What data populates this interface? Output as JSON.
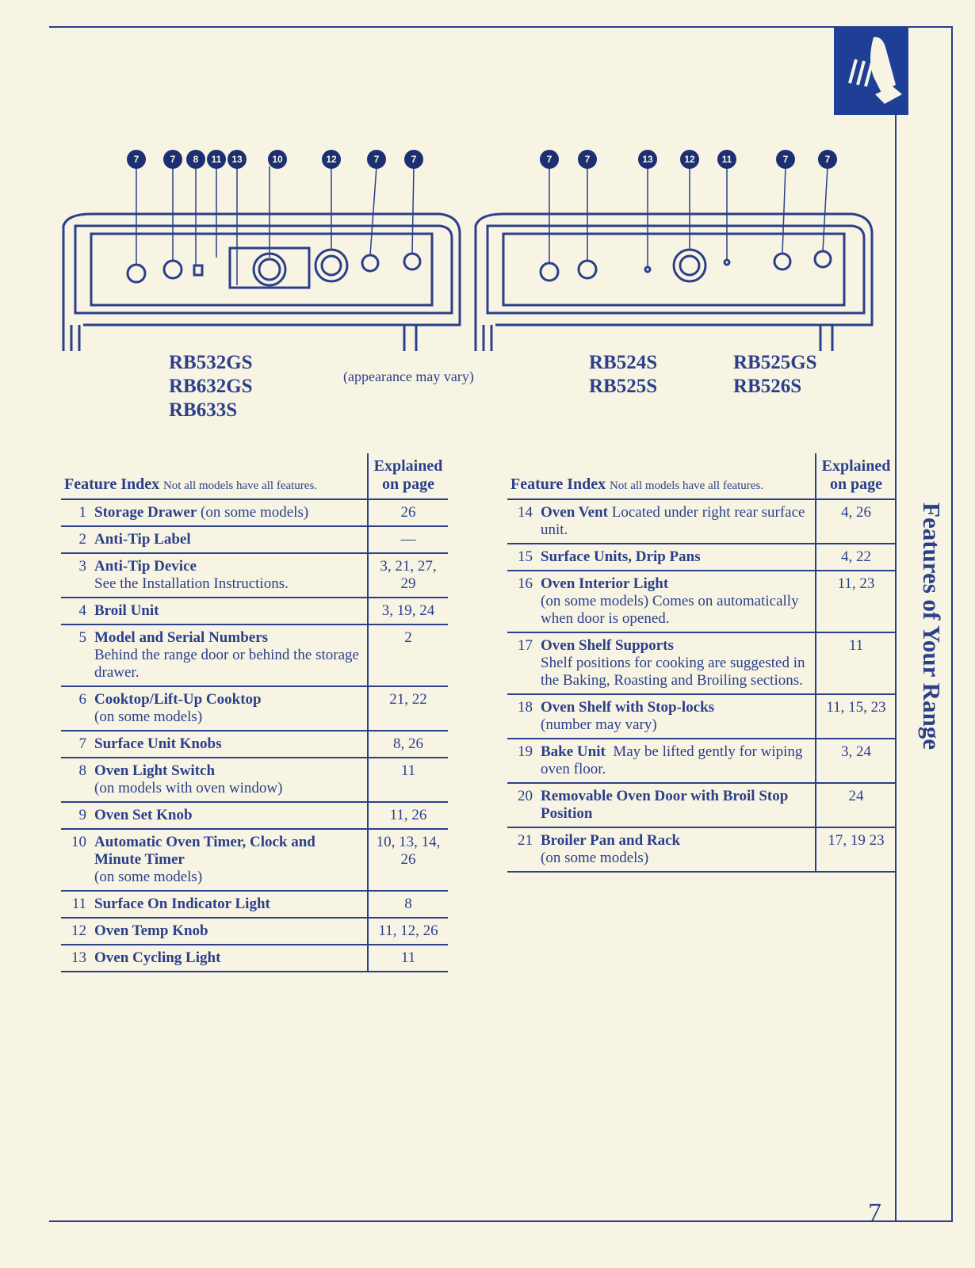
{
  "page_title": "Features of Your Range",
  "page_number": "7",
  "appearance_note": "(appearance may vary)",
  "diagram_left": {
    "callouts": [
      "7",
      "7",
      "8",
      "11",
      "13",
      "10",
      "12",
      "7",
      "7"
    ],
    "models": [
      "RB532GS",
      "RB632GS",
      "RB633S"
    ]
  },
  "diagram_right": {
    "callouts": [
      "7",
      "7",
      "13",
      "12",
      "11",
      "7",
      "7"
    ],
    "models_a": [
      "RB524S",
      "RB525S"
    ],
    "models_b": [
      "RB525GS",
      "RB526S"
    ]
  },
  "table_header": {
    "title": "Feature Index",
    "subtitle": "Not all models have all features.",
    "page_col_1": "Explained",
    "page_col_2": "on page"
  },
  "left_table": [
    {
      "num": "1",
      "name": "Storage Drawer",
      "desc": " (on some models)",
      "pages": "26"
    },
    {
      "num": "2",
      "name": "Anti-Tip Label",
      "desc": "",
      "pages": "—"
    },
    {
      "num": "3",
      "name": "Anti-Tip Device",
      "desc": "See the Installation Instructions.",
      "pages": "3, 21, 27, 29"
    },
    {
      "num": "4",
      "name": "Broil Unit",
      "desc": "",
      "pages": "3, 19, 24"
    },
    {
      "num": "5",
      "name": "Model and Serial Numbers",
      "desc": "Behind the range door or behind the storage drawer.",
      "pages": "2"
    },
    {
      "num": "6",
      "name": "Cooktop/Lift-Up Cooktop",
      "desc": "(on some models)",
      "pages": "21, 22"
    },
    {
      "num": "7",
      "name": "Surface Unit Knobs",
      "desc": "",
      "pages": "8, 26"
    },
    {
      "num": "8",
      "name": "Oven Light Switch",
      "desc": "(on models with oven window)",
      "pages": "11"
    },
    {
      "num": "9",
      "name": "Oven Set Knob",
      "desc": "",
      "pages": "11, 26"
    },
    {
      "num": "10",
      "name": "Automatic Oven Timer, Clock and Minute Timer",
      "desc": "(on some models)",
      "pages": "10, 13, 14, 26"
    },
    {
      "num": "11",
      "name": "Surface On Indicator Light",
      "desc": "",
      "pages": "8"
    },
    {
      "num": "12",
      "name": "Oven Temp Knob",
      "desc": "",
      "pages": "11, 12, 26"
    },
    {
      "num": "13",
      "name": "Oven Cycling Light",
      "desc": "",
      "pages": "11"
    }
  ],
  "right_table": [
    {
      "num": "14",
      "name": "Oven Vent",
      "desc": " Located under right rear surface unit.",
      "pages": "4, 26"
    },
    {
      "num": "15",
      "name": "Surface Units, Drip Pans",
      "desc": "",
      "pages": "4, 22"
    },
    {
      "num": "16",
      "name": "Oven Interior Light",
      "desc": "(on some models) Comes on automatically when door is opened.",
      "pages": "11, 23"
    },
    {
      "num": "17",
      "name": "Oven Shelf Supports",
      "desc": "Shelf positions for cooking are suggested in the Baking, Roasting and Broiling sections.",
      "pages": "11"
    },
    {
      "num": "18",
      "name": "Oven Shelf with Stop-locks",
      "desc": "(number may vary)",
      "pages": "11, 15, 23"
    },
    {
      "num": "19",
      "name": "Bake Unit",
      "desc": "  May be lifted gently for wiping oven floor.",
      "pages": "3, 24"
    },
    {
      "num": "20",
      "name": "Removable Oven Door with Broil Stop Position",
      "desc": "",
      "pages": "24"
    },
    {
      "num": "21",
      "name": "Broiler Pan and Rack",
      "desc": "(on some models)",
      "pages": "17, 19 23"
    }
  ]
}
